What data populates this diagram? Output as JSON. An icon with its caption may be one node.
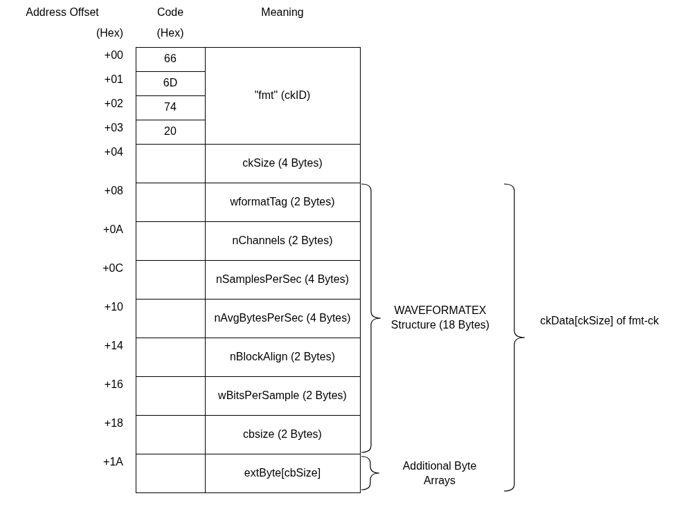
{
  "diagram": {
    "labels": [
      "Address Offset",
      "Code",
      "Meaning",
      "(Hex)",
      "(Hex)",
      "+00",
      "66",
      "\"fmt\" (ckID)",
      "+01",
      "6D",
      "+02",
      "74",
      "+03",
      "20",
      "+04",
      "ckSize (4 Bytes)",
      "+08",
      "wformatTag (2 Bytes)",
      "+0A",
      "nChannels (2 Bytes)",
      "+0C",
      "nSamplesPerSec (4 Bytes)",
      "+10",
      "nAvgBytesPerSec (4 Bytes)",
      "WAVEFORMATEX Structure (18 Bytes)",
      "ckData[ckSize] of fmt-ck",
      "+14",
      "nBlockAlign (2 Bytes)",
      "+16",
      "wBitsPerSample (2 Bytes)",
      "+18",
      "cbsize (2 Bytes)",
      "+1A",
      "extByte[cbSize]",
      "Additional Byte Arrays"
    ]
  }
}
